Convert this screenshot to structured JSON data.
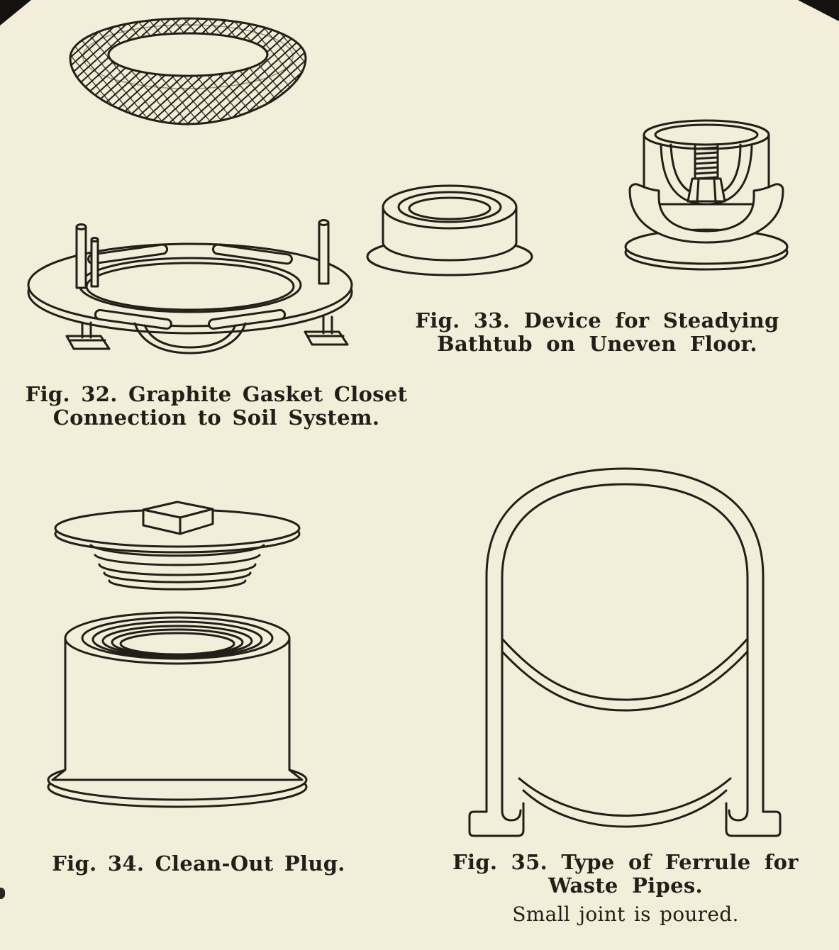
{
  "page": {
    "paper_color": "#f3eed9",
    "ink_color": "#221f18"
  },
  "figures": {
    "fig32": {
      "caption_line1": "Fig. 32. Graphite Gasket Closet",
      "caption_line2": "Connection to Soil System."
    },
    "fig33": {
      "caption_line1": "Fig. 33. Device for Steadying",
      "caption_line2": "Bathtub on Uneven Floor."
    },
    "fig34": {
      "caption": "Fig. 34. Clean-Out Plug."
    },
    "fig35": {
      "caption_line1": "Fig. 35. Type of Ferrule for",
      "caption_line2": "Waste Pipes.",
      "caption_line3": "Small joint is poured."
    }
  }
}
